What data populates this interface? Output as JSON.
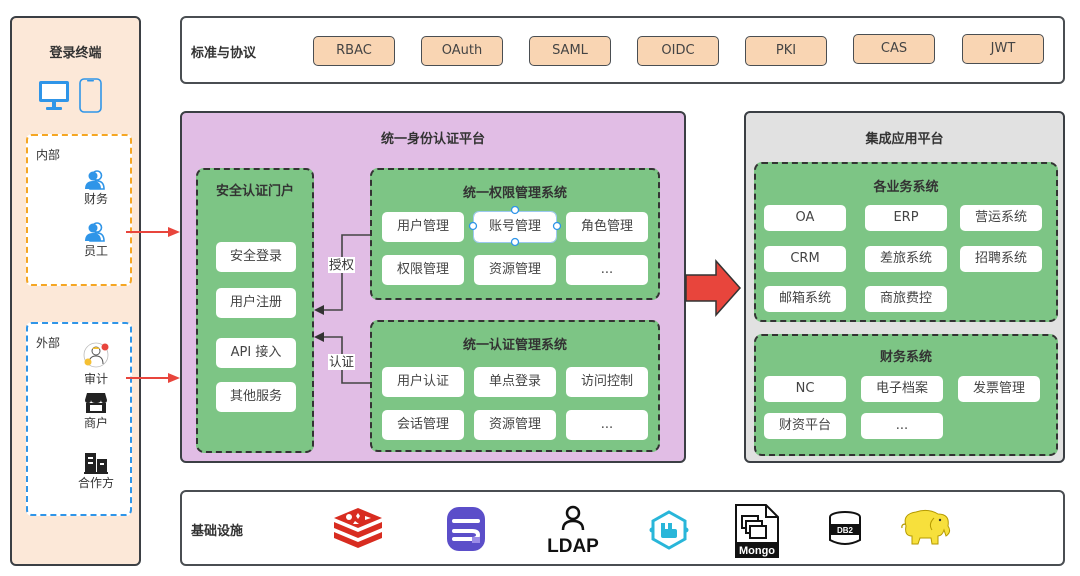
{
  "terminal": {
    "title": "登录终端",
    "devices": [
      "desktop-monitor",
      "mobile-phone"
    ],
    "internal": {
      "label": "内部",
      "members": [
        {
          "label": "财务",
          "icon": "user-group-icon"
        },
        {
          "label": "员工",
          "icon": "user-group-icon"
        }
      ]
    },
    "external": {
      "label": "外部",
      "members": [
        {
          "label": "审计",
          "icon": "auditor-icon"
        },
        {
          "label": "商户",
          "icon": "storefront-icon"
        },
        {
          "label": "合作方",
          "icon": "building-icon"
        }
      ]
    }
  },
  "standards": {
    "label": "标准与协议",
    "protocols": [
      "RBAC",
      "OAuth",
      "SAML",
      "OIDC",
      "PKI",
      "CAS",
      "JWT"
    ]
  },
  "identity_platform": {
    "title": "统一身份认证平台",
    "portal": {
      "title": "安全认证门户",
      "items": [
        "安全登录",
        "用户注册",
        "API 接入",
        "其他服务"
      ]
    },
    "permission_system": {
      "title": "统一权限管理系统",
      "items": [
        "用户管理",
        "账号管理",
        "角色管理",
        "权限管理",
        "资源管理",
        "..."
      ]
    },
    "auth_system": {
      "title": "统一认证管理系统",
      "items": [
        "用户认证",
        "单点登录",
        "访问控制",
        "会话管理",
        "资源管理",
        "..."
      ]
    },
    "edges": {
      "authorize": "授权",
      "authenticate": "认证"
    }
  },
  "integration_platform": {
    "title": "集成应用平台",
    "business": {
      "title": "各业务系统",
      "items": [
        "OA",
        "ERP",
        "营运系统",
        "CRM",
        "差旅系统",
        "招聘系统",
        "邮箱系统",
        "商旅费控"
      ]
    },
    "finance": {
      "title": "财务系统",
      "items": [
        "NC",
        "电子档案",
        "发票管理",
        "财资平台",
        "..."
      ]
    }
  },
  "infrastructure": {
    "label": "基础设施",
    "components": [
      "redis-icon",
      "database-icon",
      "ldap-icon",
      "rabbitmq-icon",
      "mongodb-icon",
      "db2-icon",
      "hadoop-icon"
    ],
    "texts": {
      "ldap": "LDAP",
      "mongo": "Mongo",
      "db2": "DB2"
    }
  },
  "colors": {
    "arrow": "#e8453c",
    "internal_border": "#f5a623",
    "external_border": "#2f95e8",
    "identity_bg": "#e1bde5",
    "integration_bg": "#e1e1e1",
    "subsystem_bg": "#7dc585",
    "protocol_bg": "#f9d5b3",
    "terminal_bg": "#fce8d8"
  }
}
